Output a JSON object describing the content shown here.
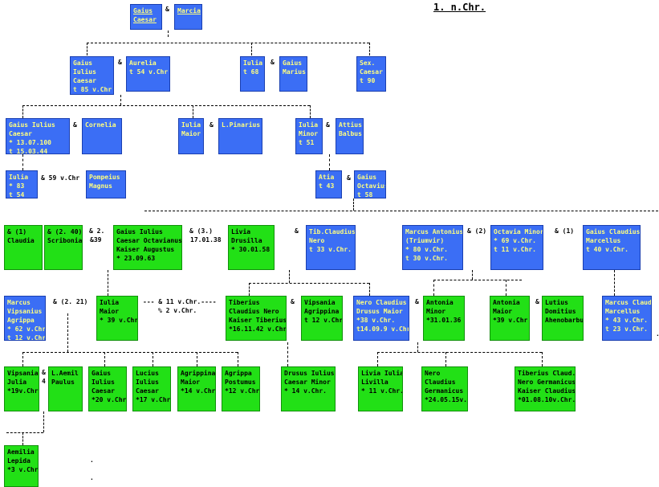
{
  "title": "1. n.Chr.",
  "persons": [
    {
      "id": "gaius-caesar-sr",
      "lines": [
        "Gaius",
        "Caesar"
      ],
      "color": "blue"
    },
    {
      "id": "marcia",
      "lines": [
        "Marcia"
      ],
      "color": "blue"
    },
    {
      "id": "gaius-iulius-caesar-85",
      "lines": [
        "Gaius",
        "Iulius",
        "Caesar",
        "t 85 v.Chr"
      ],
      "color": "blue"
    },
    {
      "id": "aurelia",
      "lines": [
        "Aurelia",
        "t 54 v.Chr"
      ],
      "color": "blue"
    },
    {
      "id": "iulia-68",
      "lines": [
        "Iulia",
        "",
        "t 68"
      ],
      "color": "blue"
    },
    {
      "id": "gaius-marius",
      "lines": [
        "Gaius",
        "Marius"
      ],
      "color": "blue"
    },
    {
      "id": "sex-caesar",
      "lines": [
        "Sex.",
        "Caesar",
        "t 90"
      ],
      "color": "blue"
    },
    {
      "id": "gaius-iulius-caesar",
      "lines": [
        "Gaius Iulius",
        "Caesar",
        "* 13.07.100",
        "t 15.03.44"
      ],
      "color": "blue"
    },
    {
      "id": "cornelia",
      "lines": [
        "Cornelia"
      ],
      "color": "blue"
    },
    {
      "id": "iulia-maior",
      "lines": [
        "Iulia",
        "Maior"
      ],
      "color": "blue"
    },
    {
      "id": "l-pinarius",
      "lines": [
        "L.Pinarius"
      ],
      "color": "blue"
    },
    {
      "id": "iulia-minor",
      "lines": [
        "Iulia",
        "Minor",
        "t 51"
      ],
      "color": "blue"
    },
    {
      "id": "attius-balbus",
      "lines": [
        "Attius",
        "Balbus"
      ],
      "color": "blue"
    },
    {
      "id": "iulia-54",
      "lines": [
        "Iulia",
        "* 83",
        "t 54"
      ],
      "color": "blue"
    },
    {
      "id": "pompeius-magnus",
      "lines": [
        "Pompeius",
        "Magnus"
      ],
      "color": "blue"
    },
    {
      "id": "atia",
      "lines": [
        "Atia",
        "t 43"
      ],
      "color": "blue"
    },
    {
      "id": "gaius-octavius",
      "lines": [
        "Gaius",
        "Octavius",
        "t 58"
      ],
      "color": "blue"
    },
    {
      "id": "claudia",
      "lines": [
        "& (1)",
        "Claudia"
      ],
      "color": "green"
    },
    {
      "id": "scribonia",
      "lines": [
        "& (2. 40)",
        "Scribonia"
      ],
      "color": "green"
    },
    {
      "id": "augustus",
      "lines": [
        "Gaius Iulius",
        "Caesar Octavianus",
        "Kaiser Augustus",
        "* 23.09.63"
      ],
      "color": "green"
    },
    {
      "id": "livia-drusilla",
      "lines": [
        "Livia",
        "Drusilla",
        "* 30.01.58"
      ],
      "color": "green"
    },
    {
      "id": "tib-claudius-nero",
      "lines": [
        "Tib.Claudius",
        "Nero",
        "t 33 v.Chr."
      ],
      "color": "blue"
    },
    {
      "id": "marcus-antonius",
      "lines": [
        "Marcus Antonius",
        "(Triumvir)",
        "* 80 v.Chr.",
        "t 30 v.Chr."
      ],
      "color": "blue"
    },
    {
      "id": "octavia-minor",
      "lines": [
        "Octavia Minor",
        "* 69 v.Chr.",
        "t 11 v.Chr."
      ],
      "color": "blue"
    },
    {
      "id": "gaius-claudius-marcellus",
      "lines": [
        "Gaius Claudius",
        "Marcellus",
        "t 40 v.Chr."
      ],
      "color": "blue"
    },
    {
      "id": "marcus-agrippa",
      "lines": [
        "Marcus",
        "Vipsanius",
        "Agrippa",
        "* 62 v.Chr",
        "t 12 v.Chr"
      ],
      "color": "blue"
    },
    {
      "id": "iulia-39",
      "lines": [
        "Iulia",
        "Maior",
        "* 39 v.Chr"
      ],
      "color": "green"
    },
    {
      "id": "tiberius",
      "lines": [
        "Tiberius",
        "Claudius Nero",
        "Kaiser Tiberius",
        "*16.11.42 v.Chr"
      ],
      "color": "green"
    },
    {
      "id": "vipsania-agrippina",
      "lines": [
        "Vipsania",
        "Agrippina",
        "t 12 v.Chr"
      ],
      "color": "green"
    },
    {
      "id": "nero-claudius-drusus",
      "lines": [
        "Nero Claudius",
        "Drusus Maior",
        "*38 v.Chr.",
        "t14.09.9 v.Chr"
      ],
      "color": "blue"
    },
    {
      "id": "antonia-minor",
      "lines": [
        "Antonia",
        "Minor",
        "*31.01.36"
      ],
      "color": "green"
    },
    {
      "id": "antonia-maior",
      "lines": [
        "Antonia",
        "Maior",
        "*39 v.Chr"
      ],
      "color": "green"
    },
    {
      "id": "lucius-domitius",
      "lines": [
        "Lutius",
        "Domitius",
        "Ahenobarbus"
      ],
      "color": "green"
    },
    {
      "id": "marcus-claudius-marcellus",
      "lines": [
        "Marcus Claud",
        "Marcellus",
        "* 43 v.Chr.",
        "t 23 v.Chr."
      ],
      "color": "blue"
    },
    {
      "id": "vipsania-iulia",
      "lines": [
        "Vipsania",
        "Julia",
        "*19v.Chr"
      ],
      "color": "green"
    },
    {
      "id": "l-aemil-paulus",
      "lines": [
        "L.Aemil",
        "Paulus"
      ],
      "color": "green"
    },
    {
      "id": "gaius-iulius-caesar-20",
      "lines": [
        "Gaius",
        "Iulius",
        "Caesar",
        "*20 v.Chr"
      ],
      "color": "green"
    },
    {
      "id": "lucius-iulius-caesar",
      "lines": [
        "Lucius",
        "Iulius",
        "Caesar",
        "*17 v.Chr"
      ],
      "color": "green"
    },
    {
      "id": "agrippina-maior",
      "lines": [
        "Agrippina",
        "Maior",
        "*14 v.Chr"
      ],
      "color": "green"
    },
    {
      "id": "agrippa-postumus",
      "lines": [
        "Agrippa",
        "Postumus",
        "*12 v.Chr"
      ],
      "color": "green"
    },
    {
      "id": "drusus-iulius-caesar",
      "lines": [
        "Drusus Iulius",
        "Caesar Minor",
        "* 14 v.Chr."
      ],
      "color": "green"
    },
    {
      "id": "livia-iulia-livilla",
      "lines": [
        "Livia Iulia",
        "Livilla",
        "* 11 v.Chr."
      ],
      "color": "green"
    },
    {
      "id": "nero-claudius-germanicus",
      "lines": [
        "Nero",
        "Claudius",
        "Germanicus",
        "*24.05.15v."
      ],
      "color": "green"
    },
    {
      "id": "kaiser-claudius",
      "lines": [
        "Tiberius Claud.",
        "Nero Germanicus.",
        "Kaiser Claudius",
        "*01.08.10v.Chr."
      ],
      "color": "green"
    },
    {
      "id": "aemilia-lepida",
      "lines": [
        "Aemilia",
        "Lepida",
        "*3 v.Chr"
      ],
      "color": "green"
    }
  ],
  "symbols": [
    {
      "id": "s1",
      "text": "&"
    },
    {
      "id": "s2",
      "text": "&"
    },
    {
      "id": "s3",
      "text": "&"
    },
    {
      "id": "s4",
      "text": "&"
    },
    {
      "id": "s5",
      "text": "&"
    },
    {
      "id": "s6",
      "text": "&"
    },
    {
      "id": "s7",
      "text": "&"
    },
    {
      "id": "s8",
      "text": "& 59 v.Chr"
    },
    {
      "id": "s9",
      "text": "&"
    },
    {
      "id": "s10",
      "text": "& 2."
    },
    {
      "id": "s11",
      "text": "&39"
    },
    {
      "id": "s12",
      "text": "& (3.)"
    },
    {
      "id": "s13",
      "text": "17.01.38"
    },
    {
      "id": "s14",
      "text": "&"
    },
    {
      "id": "s15",
      "text": "& (2)"
    },
    {
      "id": "s16",
      "text": "& (1)"
    },
    {
      "id": "s17",
      "text": "& (2. 21)"
    },
    {
      "id": "s18",
      "text": "--- & 11 v.Chr.----"
    },
    {
      "id": "s19",
      "text": "% 2 v.Chr."
    },
    {
      "id": "s20",
      "text": "&"
    },
    {
      "id": "s21",
      "text": "&"
    },
    {
      "id": "s22",
      "text": "&"
    },
    {
      "id": "s23",
      "text": "&"
    },
    {
      "id": "s24",
      "text": "4"
    },
    {
      "id": "s25",
      "text": "."
    },
    {
      "id": "s26",
      "text": "."
    },
    {
      "id": "s27",
      "text": "."
    }
  ]
}
